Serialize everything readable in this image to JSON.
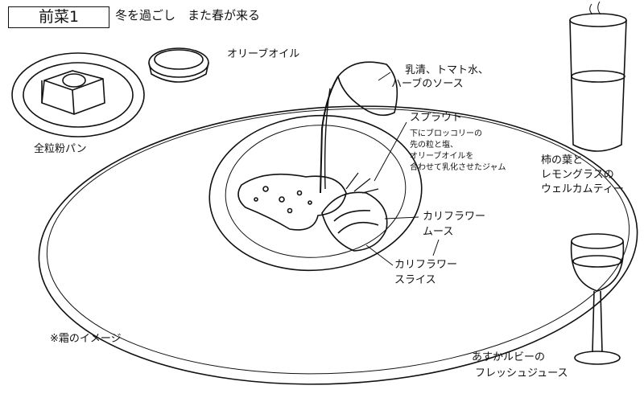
{
  "header": {
    "course": "前菜1",
    "theme": "冬を過ごし　また春が来る"
  },
  "labels": {
    "bread": "全粒粉パン",
    "olive_oil": "オリーブオイル",
    "sauce_line1": "乳清、トマト水、",
    "sauce_line2": "ハーブのソース",
    "sprout": "スプラウト",
    "jam_line1": "下にブロッコリーの",
    "jam_line2": "先の粒と塩、",
    "jam_line3": "オリーブオイルを",
    "jam_line4": "合わせて乳化させたジャム",
    "tea_line1": "柿の葉と",
    "tea_line2": "レモングラスの",
    "tea_line3": "ウェルカムティー",
    "mousse_line1": "カリフラワー",
    "mousse_line2": "ムース",
    "slice_line1": "カリフラワー",
    "slice_line2": "スライス",
    "frost_note": "※霜のイメージ",
    "juice_line1": "あすかルビーの",
    "juice_line2": "フレッシュジュース"
  }
}
